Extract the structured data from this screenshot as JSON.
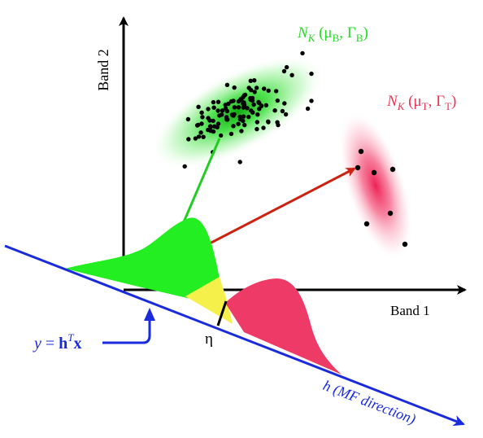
{
  "axes": {
    "band1_label": "Band 1",
    "band2_label": "Band 2"
  },
  "background_cluster": {
    "label_N": "N",
    "label_K": "K",
    "label_params_open": " (μ",
    "label_mu_sub": "B",
    "label_sep": ", Γ",
    "label_gamma_sub": "B",
    "label_close": ")",
    "color": "#22dd22"
  },
  "target_cluster": {
    "label_N": "N",
    "label_K": "K",
    "label_params_open": " (μ",
    "label_mu_sub": "T",
    "label_sep": ", Γ",
    "label_gamma_sub": "T",
    "label_close": ")",
    "color": "#ee3355"
  },
  "projection": {
    "equation_y": "y",
    "equation_eq": " = ",
    "equation_h": "h",
    "equation_T": "T",
    "equation_x": "x",
    "threshold_label": "η",
    "direction_label_h": "h",
    "direction_label_rest": " (MF direction)",
    "line_color": "#1a2bdd",
    "background_dist_color": "#22ee22",
    "target_dist_color": "#ee3a66",
    "overlap_color": "#f5f04a"
  },
  "arrow_colors": {
    "target_arrow": "#cc2211",
    "background_arrow": "#22cc22"
  }
}
